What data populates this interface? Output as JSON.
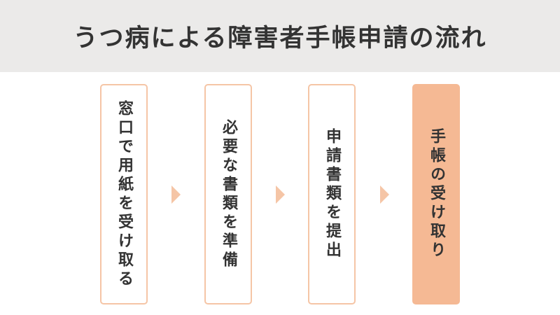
{
  "title": "うつ病による障害者手帳申請の流れ",
  "steps": [
    {
      "label": "窓口で用紙を受け取る",
      "active": false
    },
    {
      "label": "必要な書類を準備",
      "active": false
    },
    {
      "label": "申請書類を提出",
      "active": false
    },
    {
      "label": "手帳の受け取り",
      "active": true
    }
  ],
  "colors": {
    "accent": "#f5b994",
    "border": "#f5c5a6",
    "header_bg": "#ebeae9",
    "text": "#333333"
  }
}
